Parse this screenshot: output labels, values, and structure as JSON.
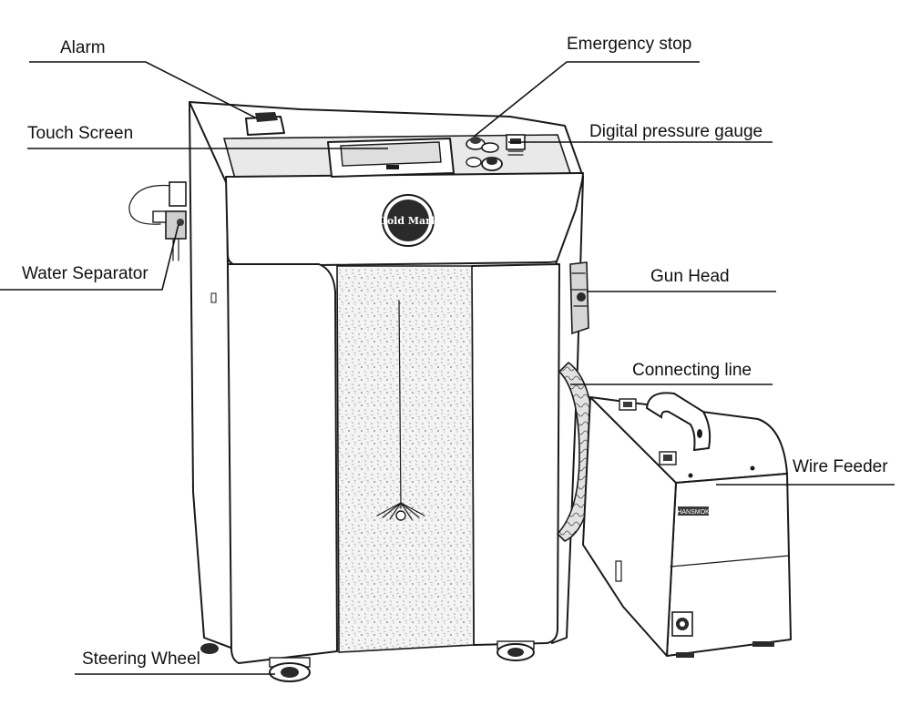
{
  "labels": {
    "alarm": "Alarm",
    "emergency_stop": "Emergency stop",
    "touch_screen": "Touch Screen",
    "digital_pressure_gauge": "Digital pressure gauge",
    "water_separator": "Water Separator",
    "gun_head": "Gun Head",
    "connecting_line": "Connecting line",
    "wire_feeder": "Wire Feeder",
    "steering_wheel": "Steering Wheel"
  },
  "machine": {
    "brand_logo": "Gold Mark",
    "feeder_badge": "HANSMOK"
  }
}
